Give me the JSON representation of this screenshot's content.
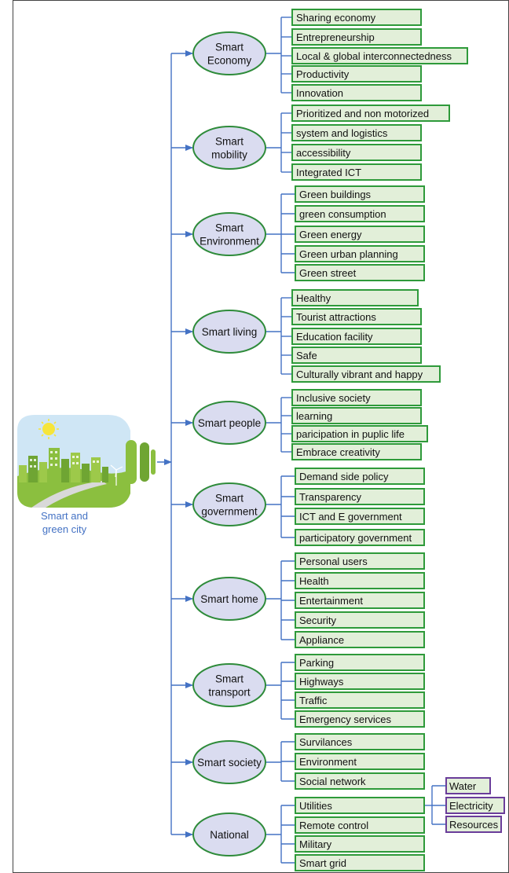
{
  "root": {
    "label_lines": [
      "Smart and",
      "green city"
    ],
    "colors": {
      "sky": "#cfe6f5",
      "sun": "#f6e53a",
      "grass": "#8bbf3f",
      "building": "#9dc94a",
      "building_dark": "#6fa533",
      "label": "#4472c4"
    }
  },
  "colors": {
    "connector": "#4472c4",
    "ellipse_fill": "#dadcf0",
    "ellipse_stroke": "#2e8b3a",
    "leaf_fill": "#e2efd9",
    "leaf_stroke": "#2e9a3a",
    "subleaf_fill": "#e2efd9",
    "subleaf_stroke": "#6a3d9a",
    "frame": "#444444"
  },
  "categories": [
    {
      "lines": [
        "Smart",
        "Economy"
      ],
      "items": [
        "Sharing economy",
        "Entrepreneurship",
        "Local & global interconnectedness",
        "Productivity",
        "Innovation"
      ]
    },
    {
      "lines": [
        "Smart",
        "mobility"
      ],
      "items": [
        "Prioritized and non motorized",
        "system and logistics",
        "accessibility",
        "Integrated ICT"
      ]
    },
    {
      "lines": [
        "Smart",
        "Environment"
      ],
      "items": [
        "Green buildings",
        "green consumption",
        "Green energy",
        "Green urban planning",
        "Green street"
      ]
    },
    {
      "lines": [
        "Smart living"
      ],
      "items": [
        "Healthy",
        "Tourist attractions",
        "Education facility",
        "Safe",
        "Culturally vibrant and happy"
      ]
    },
    {
      "lines": [
        "Smart people"
      ],
      "items": [
        "Inclusive society",
        "learning",
        "paricipation in puplic life",
        "Embrace creativity"
      ]
    },
    {
      "lines": [
        "Smart",
        "government"
      ],
      "items": [
        "Demand side policy",
        "Transparency",
        "ICT and E government",
        "participatory government"
      ]
    },
    {
      "lines": [
        "Smart home"
      ],
      "items": [
        "Personal users",
        "Health",
        "Entertainment",
        "Security",
        "Appliance"
      ]
    },
    {
      "lines": [
        "Smart",
        "transport"
      ],
      "items": [
        "Parking",
        "Highways",
        "Traffic",
        "Emergency services"
      ]
    },
    {
      "lines": [
        "Smart society"
      ],
      "items": [
        "Survilances",
        "Environment",
        "Social network"
      ]
    },
    {
      "lines": [
        "National"
      ],
      "items": [
        "Utilities",
        "Remote control",
        "Military",
        "Smart grid"
      ],
      "subitems": [
        "Water",
        "Electricity",
        "Resources"
      ]
    }
  ]
}
